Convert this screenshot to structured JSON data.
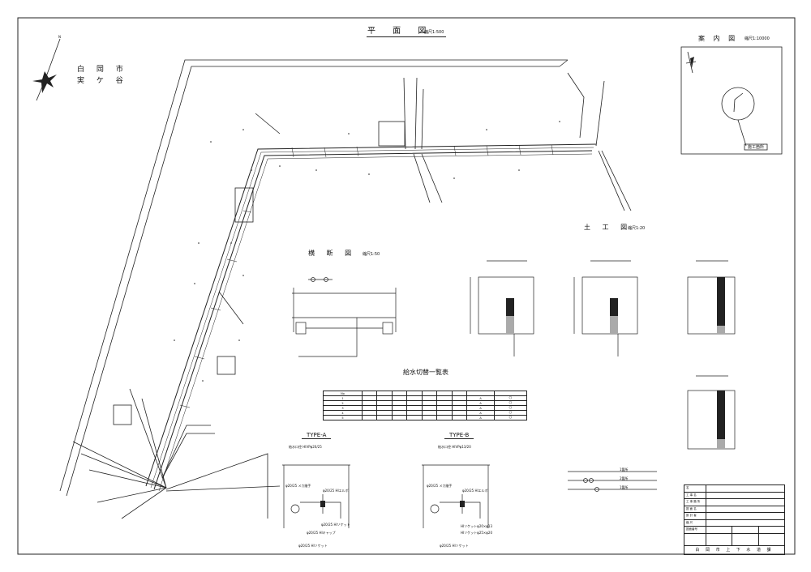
{
  "plan": {
    "title": "平 面 図",
    "scale": "縮尺1:500"
  },
  "location": {
    "title": "案 内 図",
    "scale": "縮尺1:10000",
    "site_label": "施工箇所"
  },
  "place": {
    "city": "白 岡 市",
    "district": "実 ケ 谷"
  },
  "section": {
    "title": "横 断 図",
    "scale": "縮尺1:50"
  },
  "earthwork": {
    "title": "土 工 図",
    "scale": "縮尺1:20"
  },
  "service_table": {
    "title": "給水切替一覧表",
    "headers": [
      "No",
      "",
      "",
      "",
      "",
      "",
      "",
      "",
      "",
      ""
    ],
    "rows": [
      [
        "1",
        "",
        "",
        "",
        "",
        "",
        "",
        "",
        "A",
        "〇"
      ],
      [
        "2",
        "",
        "",
        "",
        "",
        "",
        "",
        "",
        "A",
        "〇"
      ],
      [
        "3",
        "",
        "",
        "",
        "",
        "",
        "",
        "",
        "A",
        "〇"
      ],
      [
        "4",
        "",
        "",
        "",
        "",
        "",
        "",
        "",
        "A",
        "〇"
      ],
      [
        "5",
        "",
        "",
        "",
        "",
        "",
        "",
        "",
        "A",
        "〇"
      ]
    ]
  },
  "type_a": {
    "title": "TYPE-A",
    "subtitle": "給水口径 HIVPφ20/25",
    "labels": [
      "φ20/25 メカ継手",
      "φ20/25 HIエルボ",
      "φ20/25 HIソケット",
      "φ20/25 HIキャップ",
      "φ20/25 HIソケット"
    ]
  },
  "type_b": {
    "title": "TYPE-B",
    "subtitle": "給水口径 HIVPφ13/20",
    "labels": [
      "φ20/25 メカ継手",
      "φ20/25 HIエルボ",
      "HIソケットφ20×φ13",
      "HIソケットφ25×φ20",
      "φ20/25 HIソケット"
    ]
  },
  "legend": {
    "items": [
      "1箇所",
      "2箇所",
      "1箇所"
    ]
  },
  "title_block": {
    "rows": [
      [
        "名",
        "",
        "",
        ""
      ],
      [
        "工 事 名",
        "",
        "",
        ""
      ],
      [
        "工 事 箇 所",
        "",
        "",
        ""
      ],
      [
        "図 面 名",
        "",
        "",
        ""
      ],
      [
        "設 計 者",
        "",
        "",
        ""
      ],
      [
        "縮 尺",
        "",
        "",
        ""
      ],
      [
        "図面番号",
        "",
        "",
        ""
      ],
      [
        "",
        "",
        "",
        ""
      ]
    ],
    "owner": "白 岡 市 上 下 水 道 課"
  },
  "north": {
    "label": "N"
  }
}
